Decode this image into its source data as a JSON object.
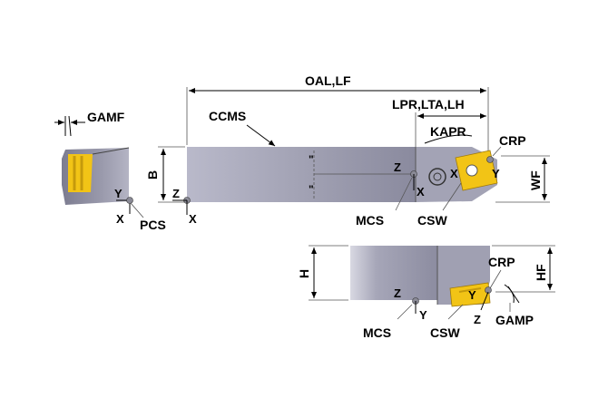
{
  "diagram": {
    "side_view": {
      "labels": {
        "gamf": "GAMF",
        "y": "Y",
        "x": "X",
        "pcs": "PCS"
      }
    },
    "top_view": {
      "labels": {
        "oal_lf": "OAL,LF",
        "lpr_lta_lh": "LPR,LTA,LH",
        "kapr": "KAPR",
        "ccms": "CCMS",
        "crp": "CRP",
        "b": "B",
        "wf": "WF",
        "z_pcs": "Z",
        "x_pcs": "X",
        "z_mcs": "Z",
        "x_mcs": "X",
        "x_insert": "X",
        "y_insert": "Y",
        "mcs": "MCS",
        "csw": "CSW"
      }
    },
    "front_view": {
      "labels": {
        "h": "H",
        "hf": "HF",
        "crp": "CRP",
        "z_mcs": "Z",
        "y_mcs": "Y",
        "y_insert": "Y",
        "z_insert": "Z",
        "mcs": "MCS",
        "csw": "CSW",
        "gamp": "GAMP"
      }
    },
    "colors": {
      "body_light": "#b9b9c9",
      "body_dark": "#5c5c70",
      "insert": "#f2c416",
      "insert_dark": "#c59a0c",
      "marker": "#8a8a96"
    }
  }
}
